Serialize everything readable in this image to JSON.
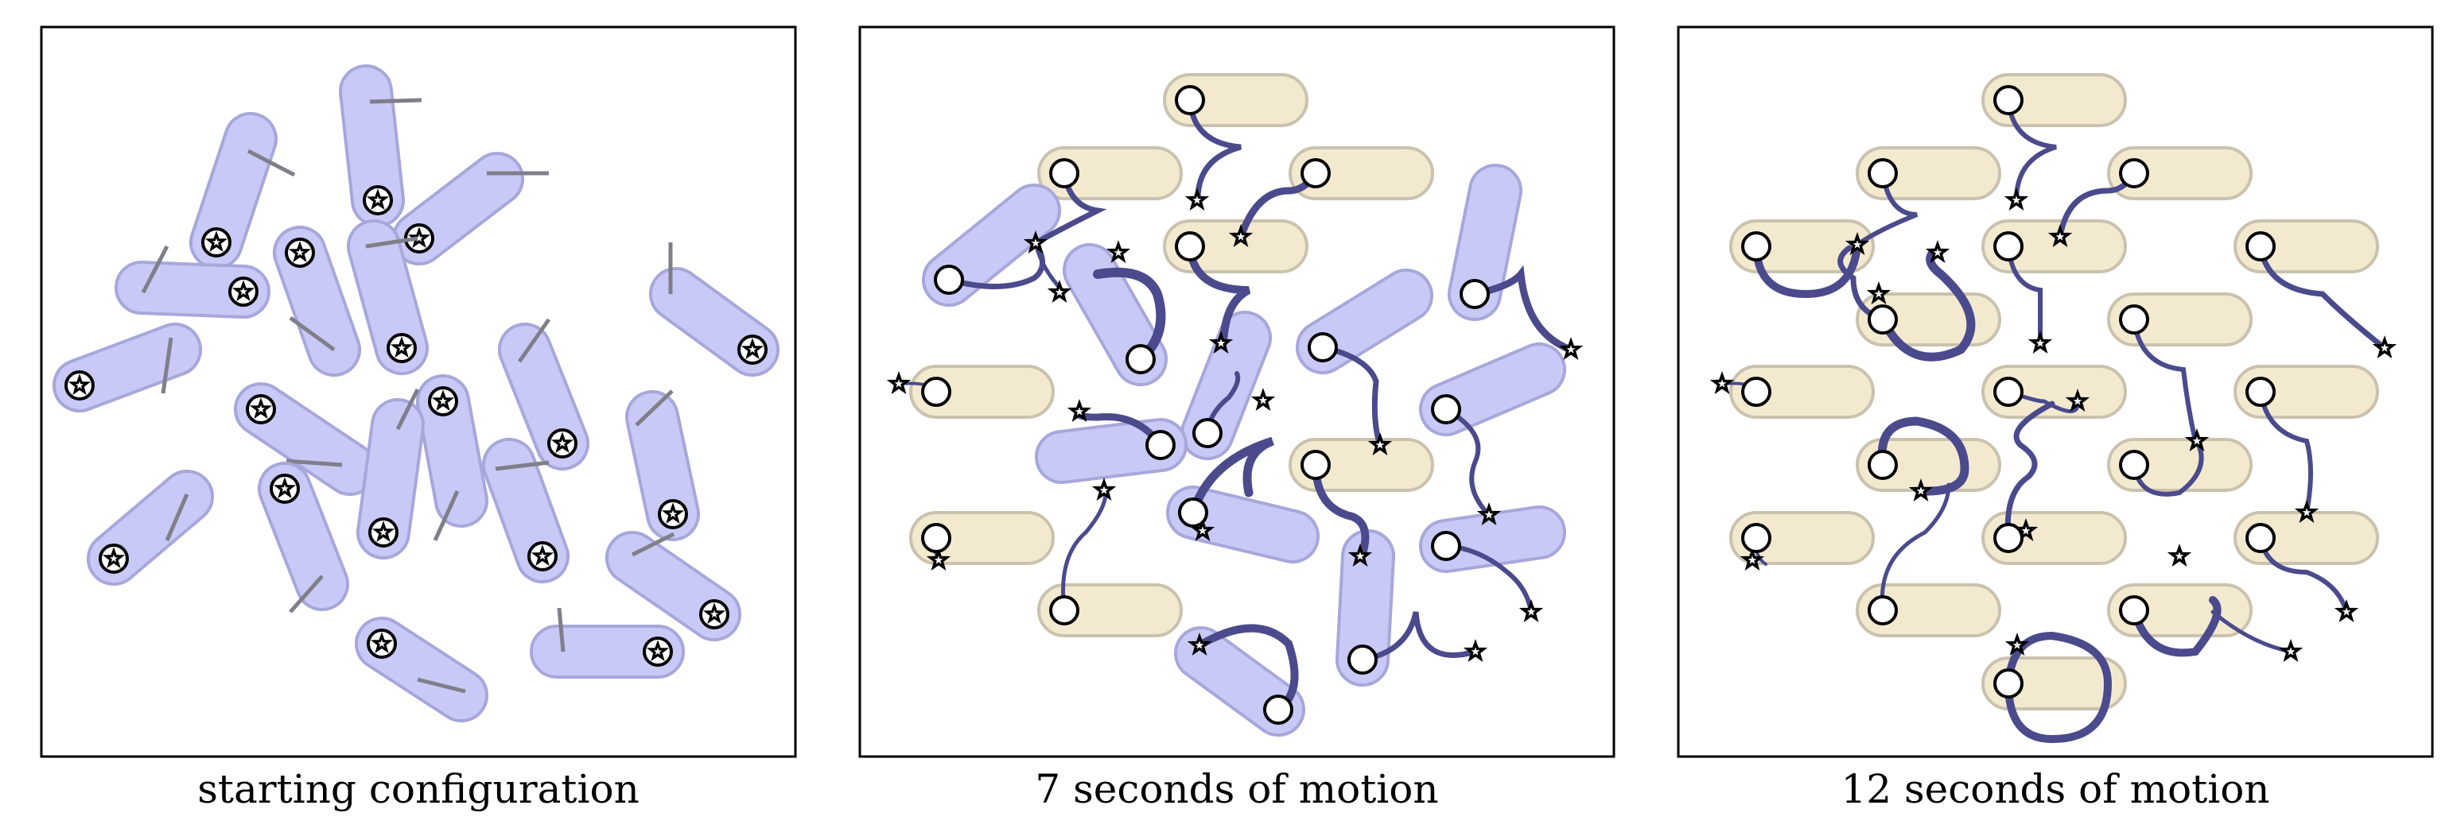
{
  "panels": [
    {
      "caption": "starting configuration"
    },
    {
      "caption": "7 seconds of motion"
    },
    {
      "caption": "12 seconds of motion"
    }
  ],
  "colors": {
    "robot_moving": "#c9c9f7",
    "robot_arrived": "#f3e9cf",
    "trail": "#4a4a8c"
  }
}
